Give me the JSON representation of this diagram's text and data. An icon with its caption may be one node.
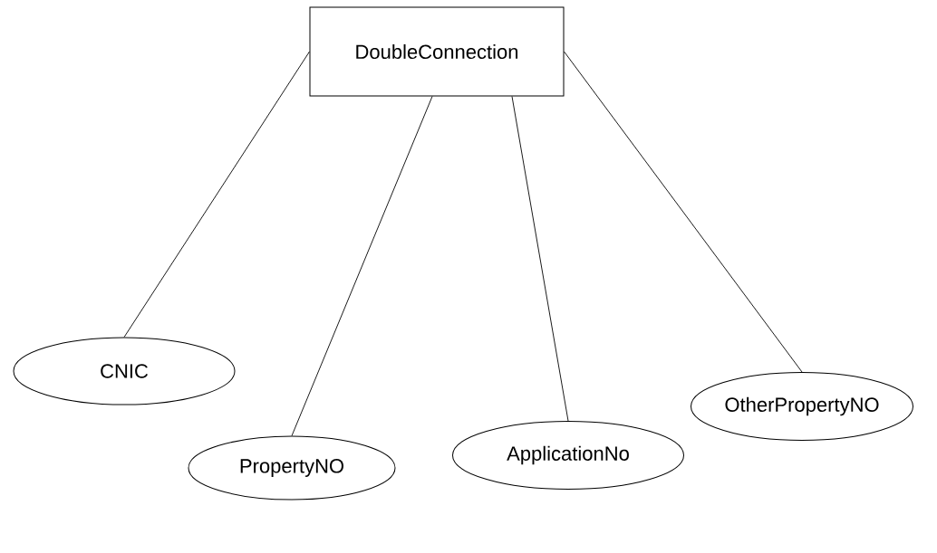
{
  "diagram": {
    "nodes": [
      {
        "text": [
          "DoubleConnection"
        ]
      },
      {
        "text": [
          "CNIC"
        ]
      },
      {
        "text": [
          "PropertyNO"
        ]
      },
      {
        "text": [
          "ApplicationNo"
        ]
      },
      {
        "text": [
          "OtherPropertyNO"
        ]
      }
    ],
    "edges": [
      {
        "from": 0,
        "to": 1,
        "arrow": "none"
      },
      {
        "from": 0,
        "to": 2,
        "arrow": "none"
      },
      {
        "from": 0,
        "to": 3,
        "arrow": "none"
      },
      {
        "from": 0,
        "to": 4,
        "arrow": "none"
      }
    ]
  }
}
